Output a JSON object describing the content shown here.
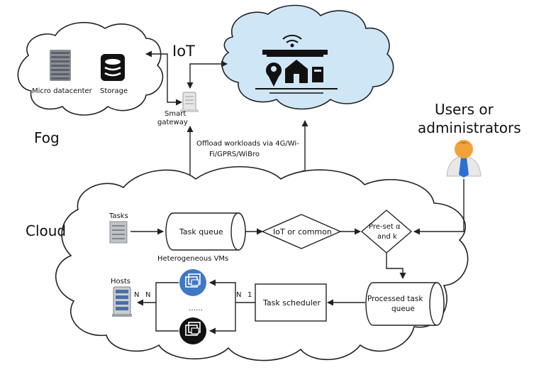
{
  "fog": {
    "section_label": "Fog",
    "micro_datacenter_label": "Micro datacenter",
    "storage_label": "Storage",
    "gateway_label_line1": "Smart",
    "gateway_label_line2": "gateway"
  },
  "iot": {
    "section_label": "IoT"
  },
  "offload": {
    "line1": "Offload workloads via 4G/Wi-",
    "line2": "Fi/GPRS/WiBro"
  },
  "users": {
    "line1": "Users or",
    "line2": "administrators"
  },
  "cloud": {
    "section_label": "Cloud",
    "tasks_label": "Tasks",
    "task_queue_label": "Task queue",
    "decision1_label": "IoT or common",
    "decision2_line1": "Pre-set α",
    "decision2_line2": "and k",
    "processed_queue_line1": "Processed task",
    "processed_queue_line2": "queue",
    "task_scheduler_label": "Task scheduler",
    "heterogeneous_vms_label": "Heterogeneous VMs",
    "hosts_label": "Hosts",
    "ellipsis": "……",
    "mult_n_hosts": "N",
    "mult_n_left": "N",
    "mult_n_right": "N",
    "mult_one": "1"
  },
  "colors": {
    "iot_cloud_fill": "#cfe6f7",
    "vm_blue": "#3f78c3",
    "user_tie": "#2a6fd6",
    "user_head": "#f2a23a"
  }
}
